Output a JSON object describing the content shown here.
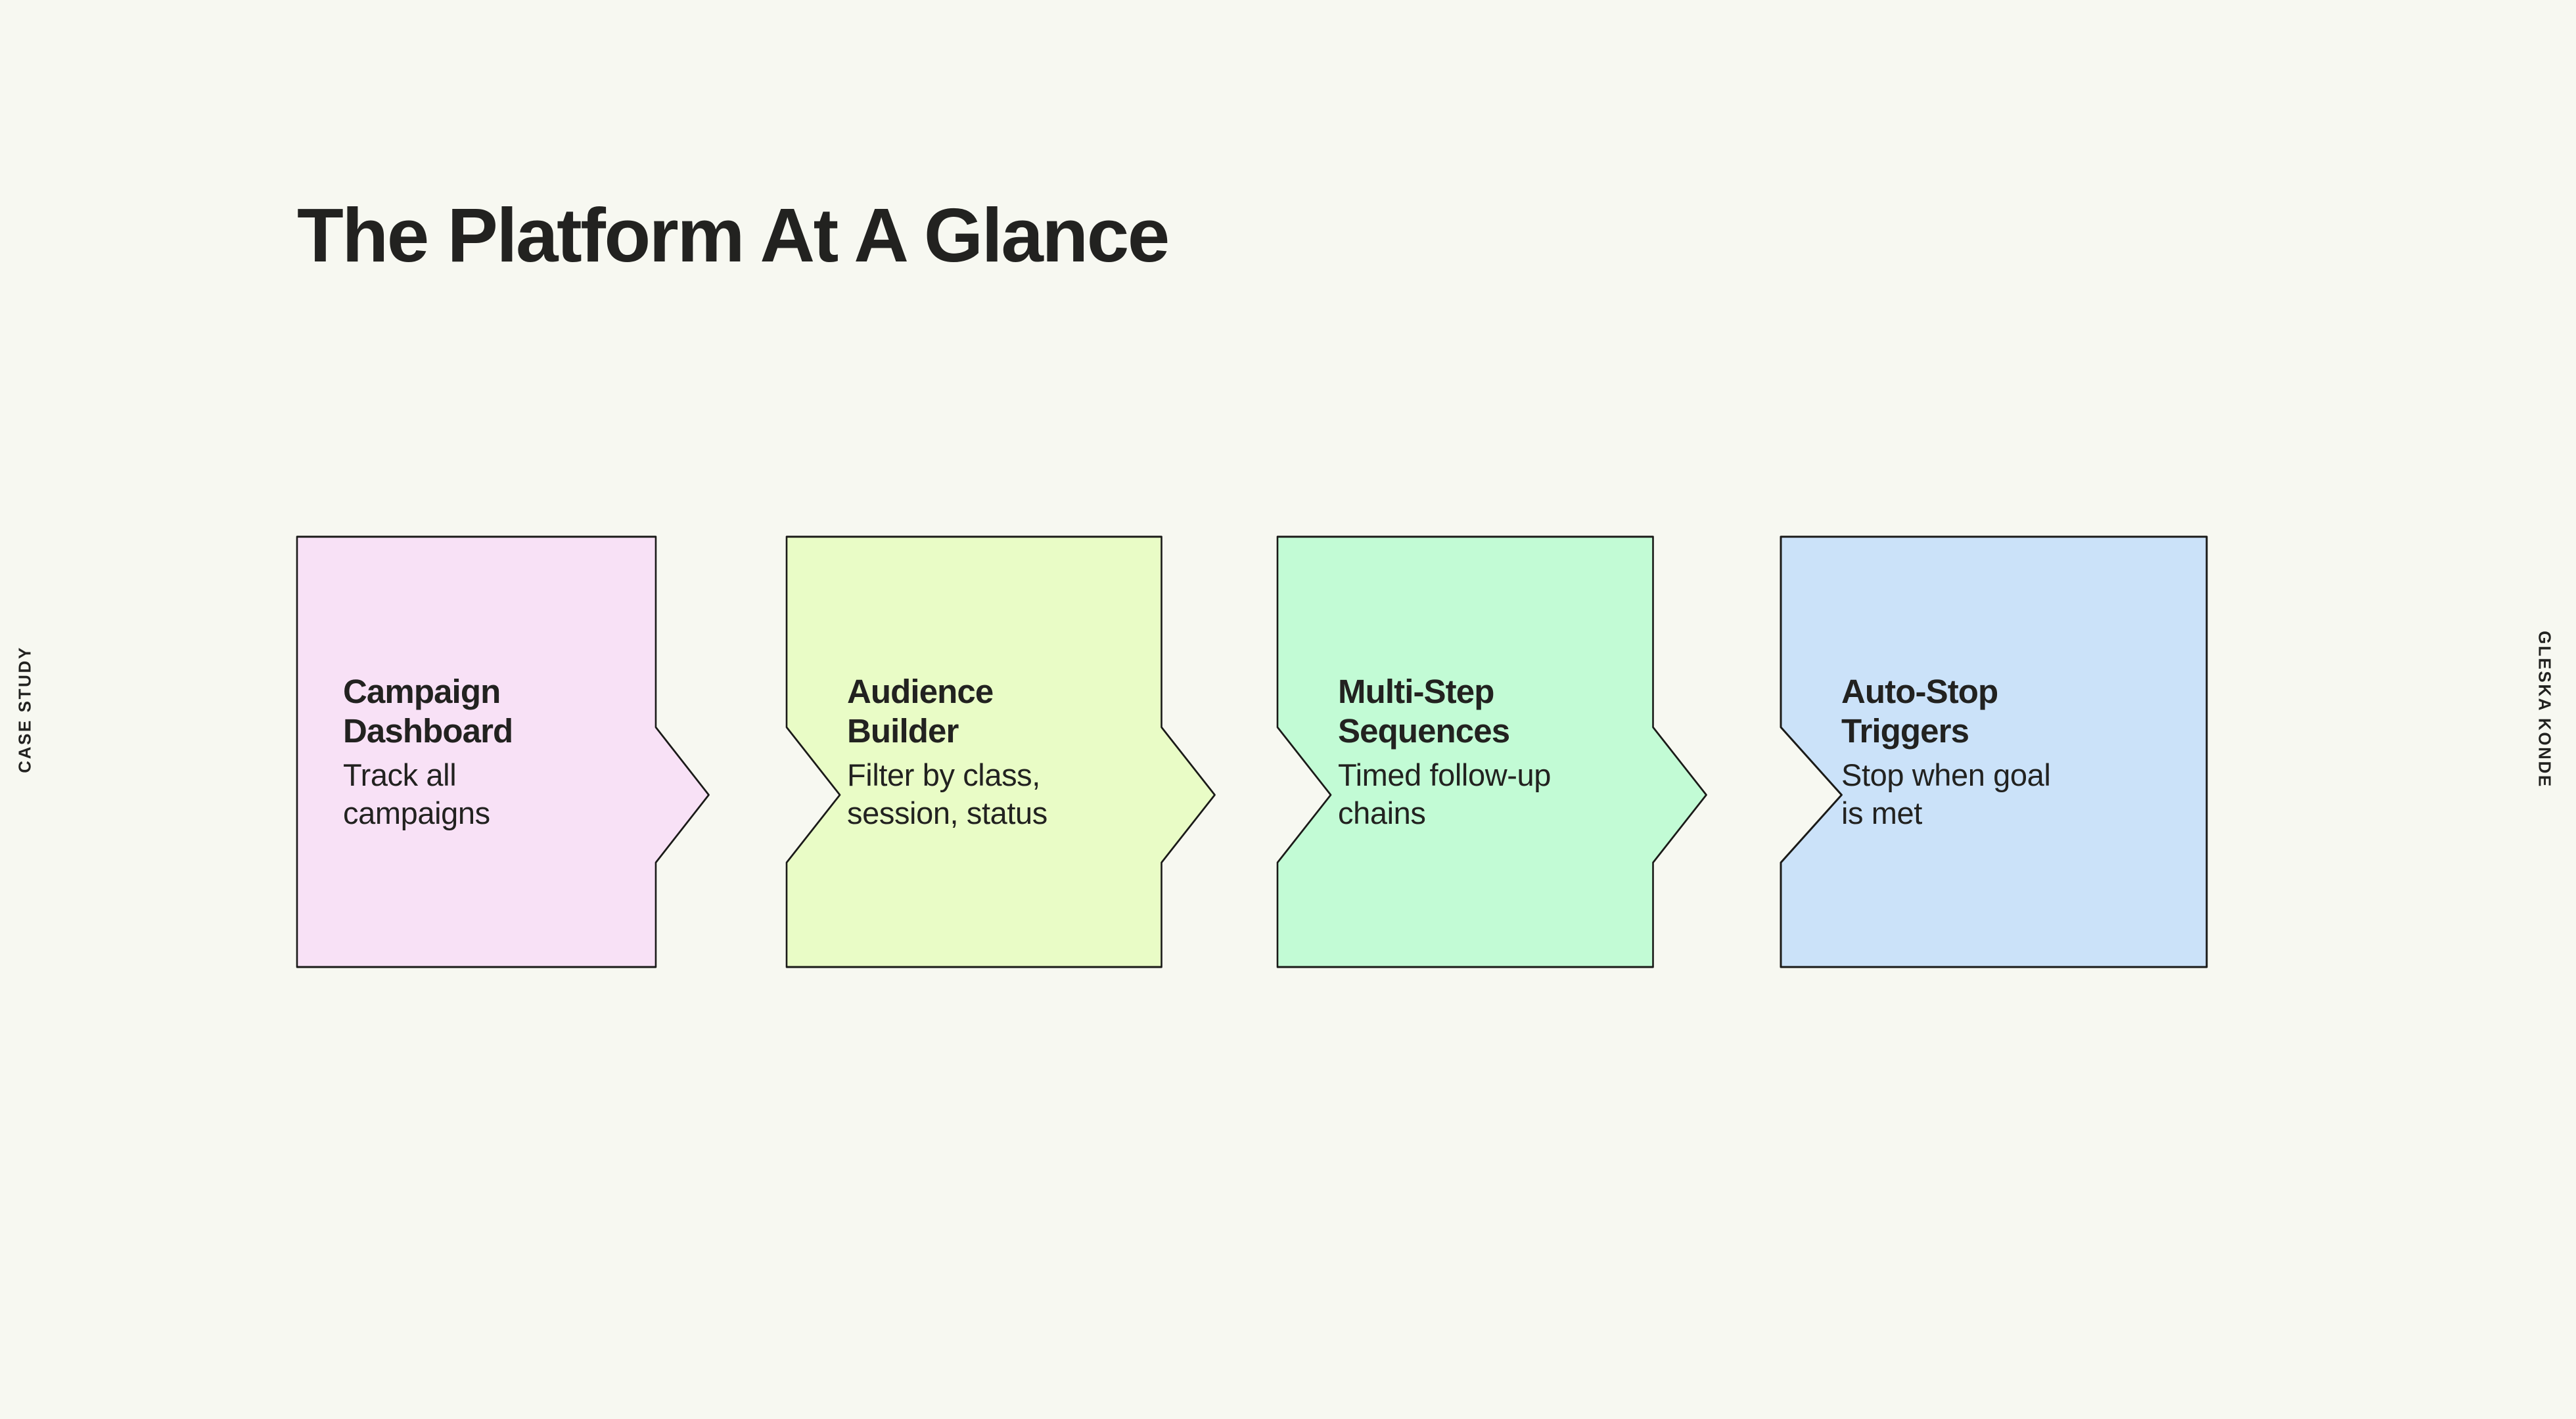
{
  "page": {
    "background_color": "#F7F8F1",
    "text_color": "#222220",
    "stroke_color": "#1A1A18"
  },
  "side_labels": {
    "left": "CASE STUDY",
    "right": "GLESKA KONDE"
  },
  "header": {
    "title": "The Platform At A Glance"
  },
  "flow": {
    "steps": [
      {
        "title": "Campaign Dashboard",
        "desc": "Track all campaigns",
        "fill": "#F8E1F6",
        "has_arrow": true
      },
      {
        "title": "Audience Builder",
        "desc": "Filter by class, session, status",
        "fill": "#E9FCC6",
        "has_arrow": true
      },
      {
        "title": "Multi-Step Sequences",
        "desc": "Timed follow-up chains",
        "fill": "#C2FBD5",
        "has_arrow": true
      },
      {
        "title": "Auto-Stop Triggers",
        "desc": "Stop when goal is met",
        "fill": "#CBE2F9",
        "has_arrow": false
      }
    ]
  }
}
